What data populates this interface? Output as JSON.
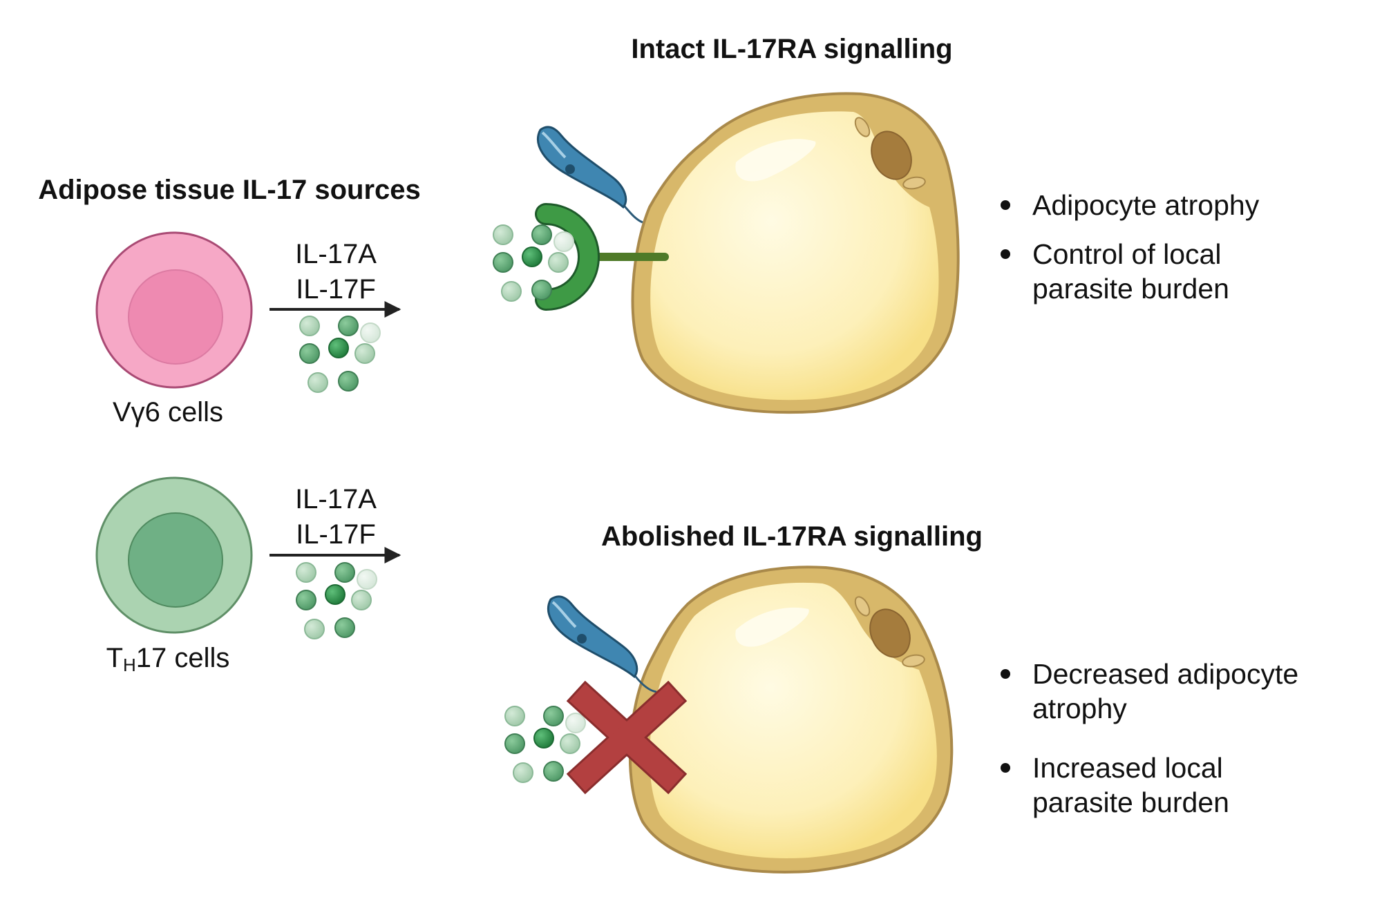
{
  "sources_title": "Adipose tissue IL-17 sources",
  "cells": [
    {
      "name": "Vγ6 cells",
      "outer_color": "#f6a8c6",
      "inner_color": "#ee8ab1",
      "stroke": "#a94a74"
    },
    {
      "prefix": "T",
      "subscript": "H",
      "suffix": "17 cells",
      "outer_color": "#abd3b1",
      "inner_color": "#6fb085",
      "stroke": "#5f8f67"
    }
  ],
  "cytokine_labels": [
    "IL-17A",
    "IL-17F"
  ],
  "panels": [
    {
      "title": "Intact IL-17RA signalling",
      "outcomes": [
        [
          "Adipocyte atrophy"
        ],
        [
          "Control of local",
          "parasite burden"
        ]
      ]
    },
    {
      "title": "Abolished IL-17RA signalling",
      "outcomes": [
        [
          "Decreased adipocyte",
          "atrophy"
        ],
        [
          "Increased local",
          "parasite burden"
        ]
      ]
    }
  ],
  "colors": {
    "adipocyte_fill": "#fdf0b9",
    "adipocyte_membrane": "#d8b86a",
    "adipocyte_stroke": "#a9894a",
    "nucleus": "#a57c3d",
    "receptor": "#3e9a45",
    "receptor_stalk": "#4f7a28",
    "parasite": "#3f86b1",
    "cross": "#b34040",
    "arrow": "#222222",
    "cytokine_dark": "#2e8a47",
    "cytokine_mid": "#5da774",
    "cytokine_light": "#a7cfae"
  }
}
